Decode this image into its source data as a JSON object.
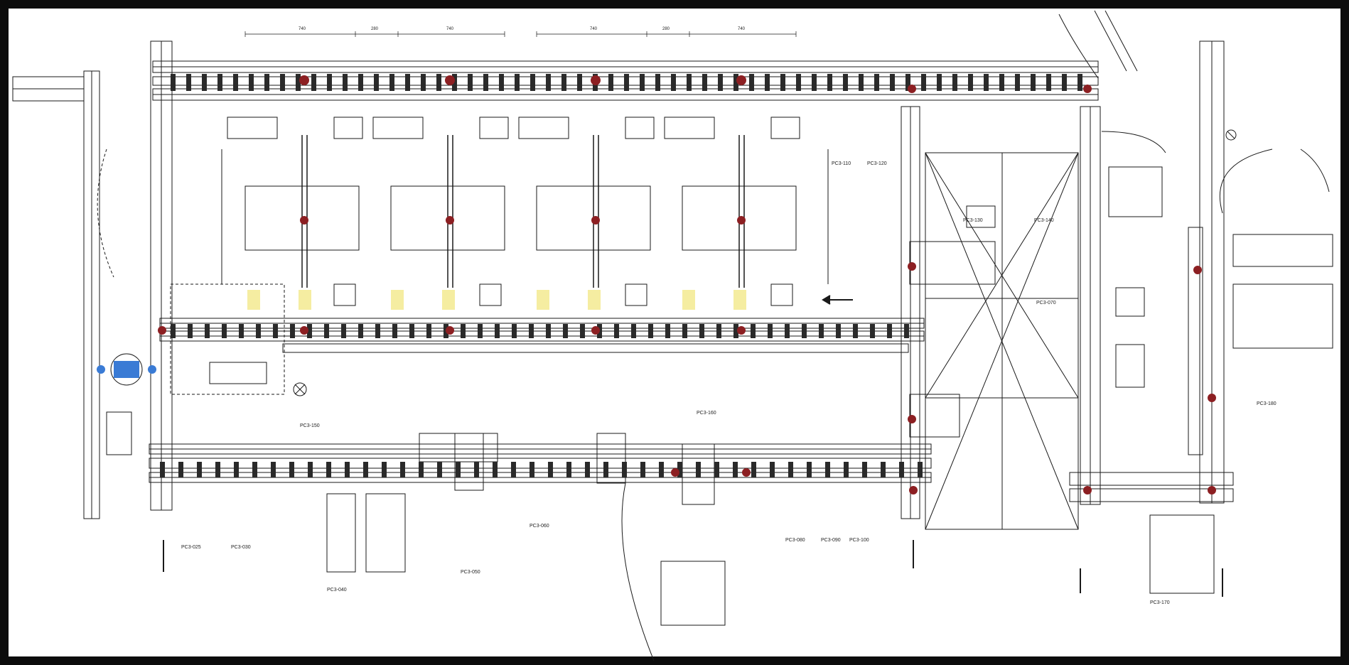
{
  "drawing": {
    "stations": {
      "pc3_150": "PC3-150",
      "pc3_160": "PC3-160",
      "pc3_070": "PC3-070",
      "pc3_025": "PC3-025",
      "pc3_030": "PC3-030",
      "pc3_040": "PC3-040",
      "pc3_060": "PC3-060",
      "pc3_050": "PC3-050",
      "pc3_080": "PC3-080",
      "pc3_090": "PC3-090",
      "pc3_100": "PC3-100",
      "pc3_110": "PC3-110",
      "pc3_120": "PC3-120",
      "pc3_130": "PC3-130",
      "pc3_140": "PC3-140",
      "pc3_170": "PC3-170",
      "pc3_180": "PC3-180"
    },
    "dimensions": {
      "seg_a": "740",
      "seg_b": "280",
      "seg_c": "740",
      "seg_d": "740",
      "seg_e": "280",
      "seg_f": "740"
    }
  }
}
